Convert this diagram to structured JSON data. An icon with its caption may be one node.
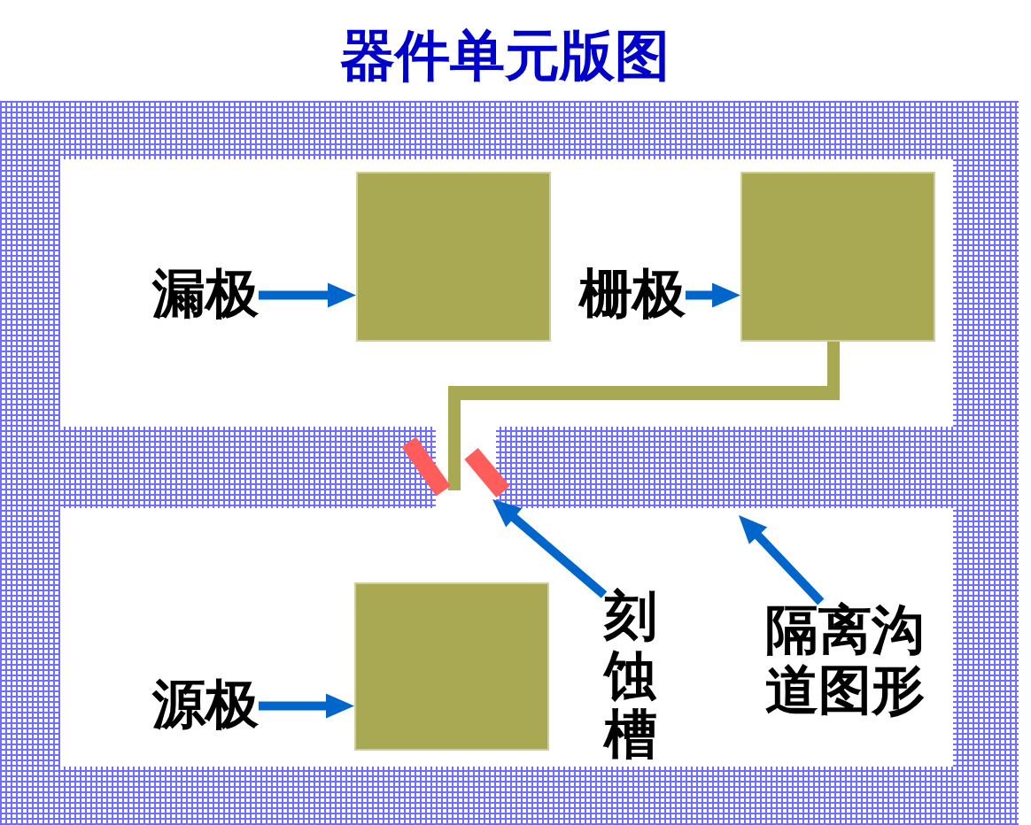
{
  "diagram": {
    "title": "器件单元版图",
    "nodes": [
      {
        "text": [
          "漏极"
        ]
      },
      {
        "text": [],
        "shape": "box"
      },
      {
        "text": [
          "栅极"
        ]
      },
      {
        "text": [],
        "shape": "box"
      },
      {
        "text": [],
        "shape": "bar"
      },
      {
        "text": [
          "源极"
        ]
      },
      {
        "text": [],
        "shape": "box"
      },
      {
        "text": [
          "刻蚀槽"
        ]
      },
      {
        "text": [
          "隔离沟道图形"
        ]
      }
    ],
    "edges": [
      {
        "from": 0,
        "to": 1,
        "arrow": "to"
      },
      {
        "from": 2,
        "to": 3,
        "arrow": "to"
      },
      {
        "from": 5,
        "to": 6,
        "arrow": "to"
      },
      {
        "from": 7,
        "to": 4,
        "arrow": "to"
      },
      {
        "from": 8,
        "to": null,
        "arrow": "to"
      }
    ]
  }
}
